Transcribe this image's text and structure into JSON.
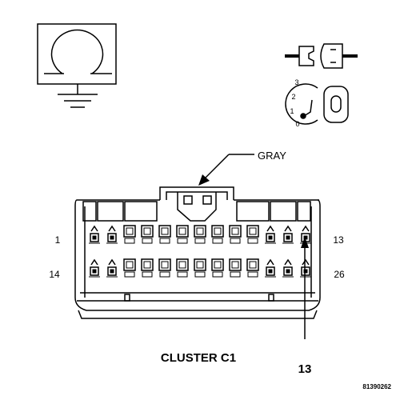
{
  "connector": {
    "color_callout": "GRAY",
    "title": "CLUSTER C1",
    "pin_labels": {
      "top_left": "1",
      "top_right": "13",
      "bottom_left": "14",
      "bottom_right": "26"
    },
    "callout_pin": "13"
  },
  "ignition_switch": {
    "positions": [
      "3",
      "2",
      "1",
      "0"
    ]
  },
  "figure_id": "81390262",
  "colors": {
    "ink": "#000000",
    "background": "#ffffff"
  }
}
